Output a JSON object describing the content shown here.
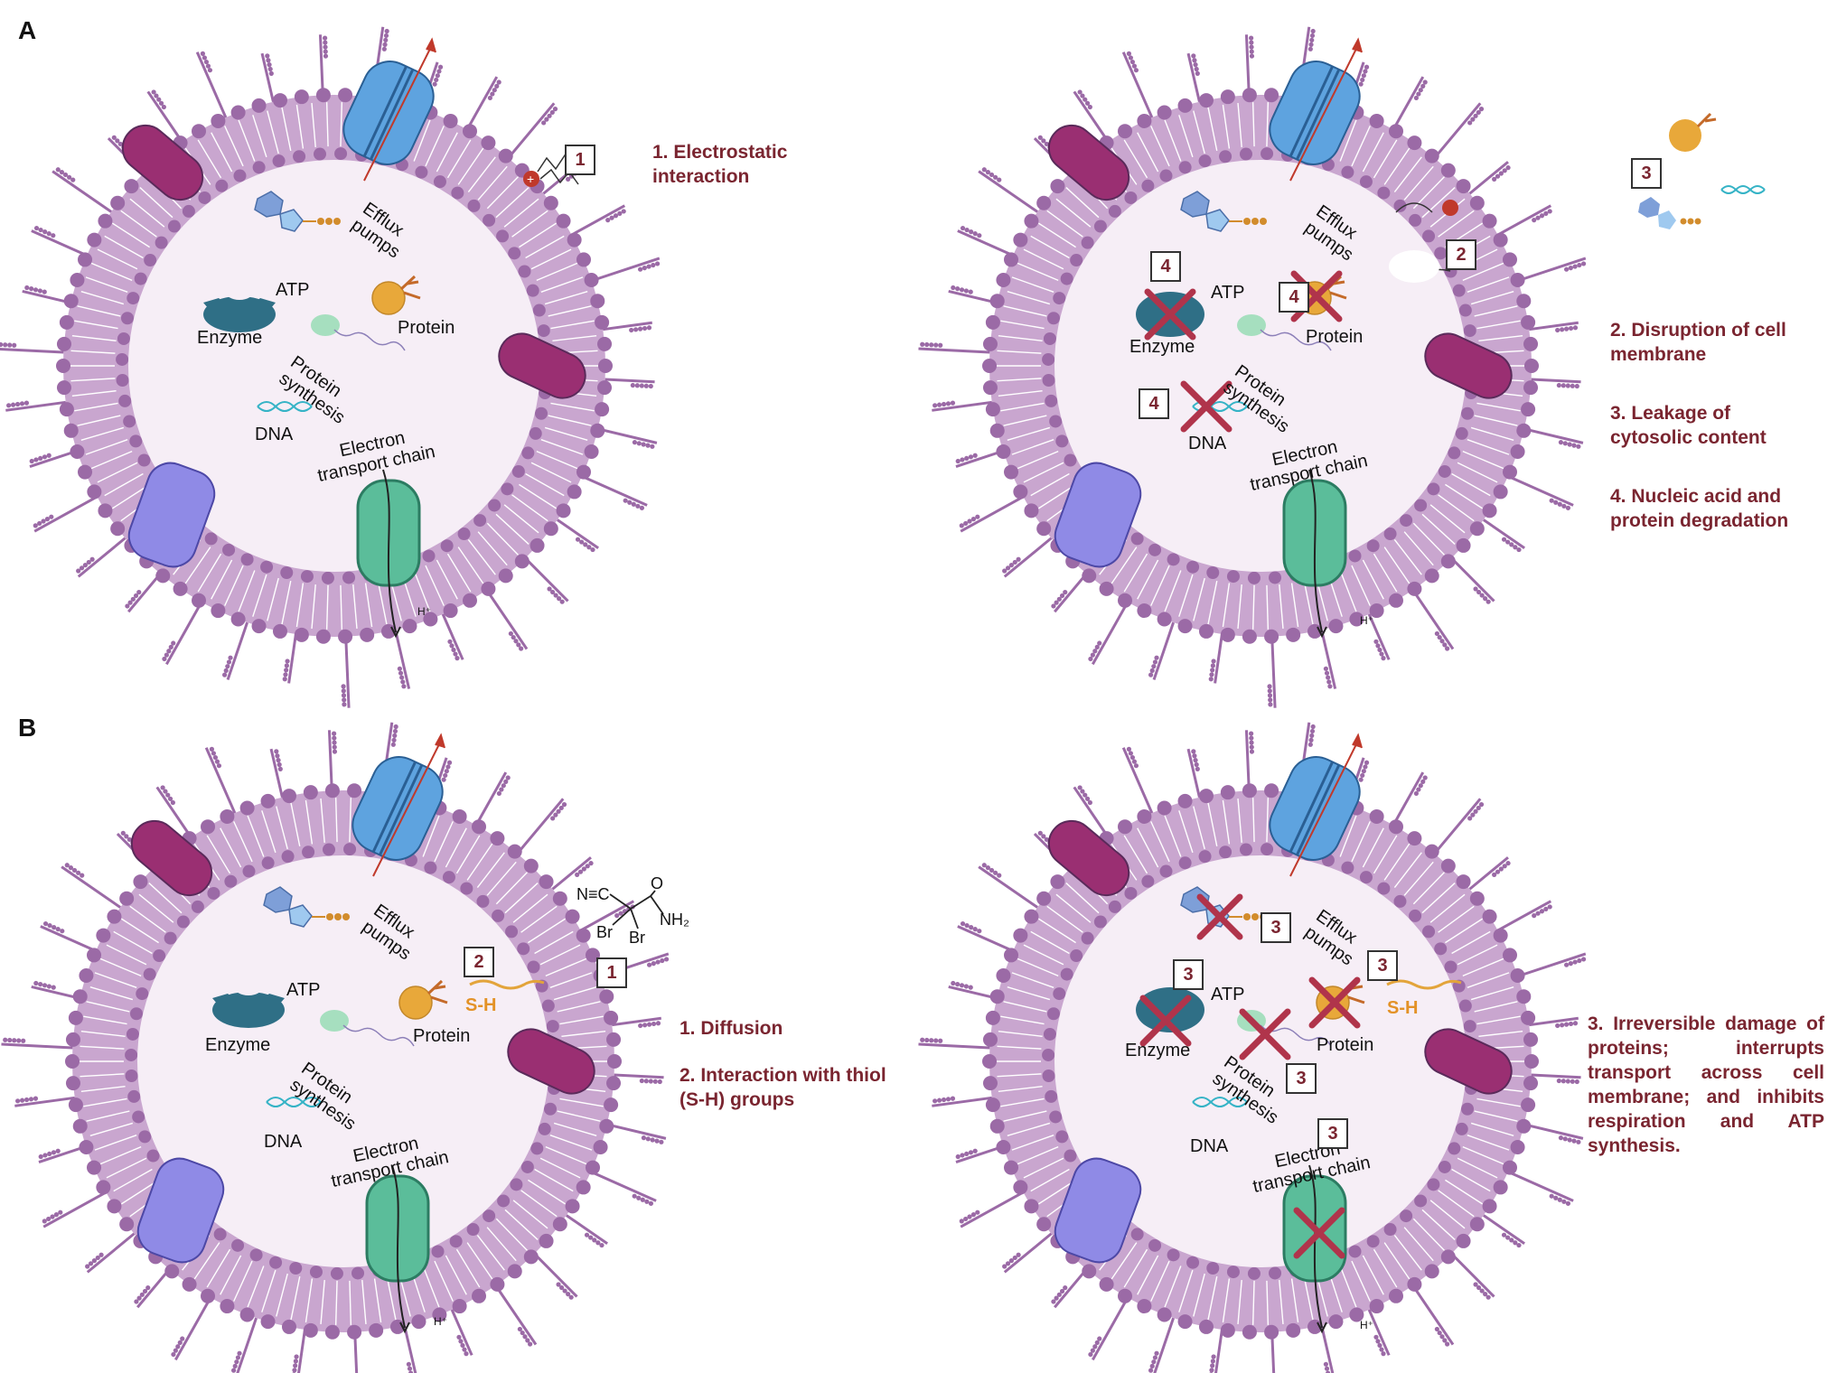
{
  "panels": {
    "a": {
      "letter": "A",
      "left": {
        "labels": {
          "atp": "ATP",
          "protein": "Protein",
          "enzyme": "Enzyme",
          "dna": "DNA",
          "efflux": "Efflux\npumps",
          "synthesis": "Protein\nsynthesis",
          "etc": "Electron\ntransport chain",
          "h": "H⁺"
        },
        "boxes": [
          "1"
        ],
        "step": "1. Electrostatic interaction"
      },
      "right": {
        "labels": {
          "atp": "ATP",
          "protein": "Protein",
          "enzyme": "Enzyme",
          "dna": "DNA",
          "efflux": "Efflux\npumps",
          "synthesis": "Protein\nsynthesis",
          "etc": "Electron\ntransport chain",
          "h": "H⁺"
        },
        "boxes": [
          "2",
          "3",
          "4",
          "4",
          "4"
        ],
        "steps": [
          "2. Disruption of cell membrane",
          "3. Leakage of cytosolic content",
          "4. Nucleic acid and protein degradation"
        ]
      }
    },
    "b": {
      "letter": "B",
      "left": {
        "labels": {
          "atp": "ATP",
          "protein": "Protein",
          "enzyme": "Enzyme",
          "dna": "DNA",
          "efflux": "Efflux\npumps",
          "synthesis": "Protein\nsynthesis",
          "etc": "Electron\ntransport chain",
          "h": "H⁺",
          "sh": "S-H"
        },
        "boxes": [
          "1",
          "2"
        ],
        "molecule": {
          "n": "N≡C",
          "o": "O",
          "br1": "Br",
          "br2": "Br",
          "nh2": "NH₂"
        },
        "steps": [
          "1. Diffusion",
          "2. Interaction with thiol (S-H) groups"
        ]
      },
      "right": {
        "labels": {
          "atp": "ATP",
          "protein": "Protein",
          "enzyme": "Enzyme",
          "dna": "DNA",
          "efflux": "Efflux\npumps",
          "synthesis": "Protein\nsynthesis",
          "etc": "Electron\ntransport chain",
          "h": "H⁺",
          "sh": "S-H"
        },
        "boxes": [
          "3",
          "3",
          "3",
          "3",
          "3"
        ],
        "step": "3. Irreversible damage of proteins; interrupts transport across cell membrane; and inhibits respiration and ATP synthesis."
      }
    }
  },
  "colors": {
    "membrane": "#9b6aa6",
    "membrane_light": "#c9a6cf",
    "cytoplasm": "#f6eef6",
    "caption": "#7a2530",
    "magenta": "#9a2f72",
    "blue_pump": "#5ea3df",
    "lilac": "#8f8ae6",
    "teal": "#5bbd9a",
    "enzyme": "#2f6f86",
    "protein": "#e8a83a",
    "cross": "#b0344b"
  }
}
